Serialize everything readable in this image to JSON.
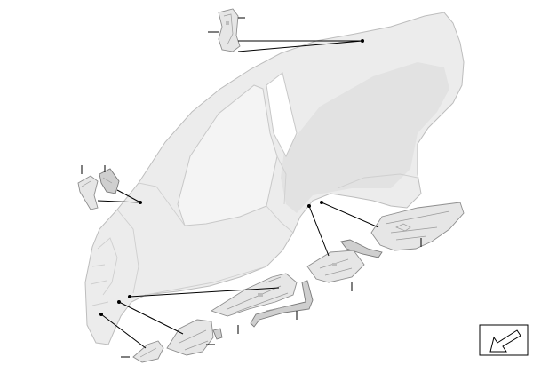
{
  "diagram": {
    "parts": [
      {
        "name": "c-pillar-upper-bracket"
      },
      {
        "name": "a-pillar-upper-bracket"
      },
      {
        "name": "rear-wheel-arch-panel"
      },
      {
        "name": "rear-sill-reinforcement"
      },
      {
        "name": "sill-bracket"
      },
      {
        "name": "sill-reinforcement-center"
      },
      {
        "name": "sill-reinforcement-front"
      },
      {
        "name": "front-sill-bracket"
      }
    ],
    "navigation_icon": "arrow-pointing-lower-left-icon"
  }
}
